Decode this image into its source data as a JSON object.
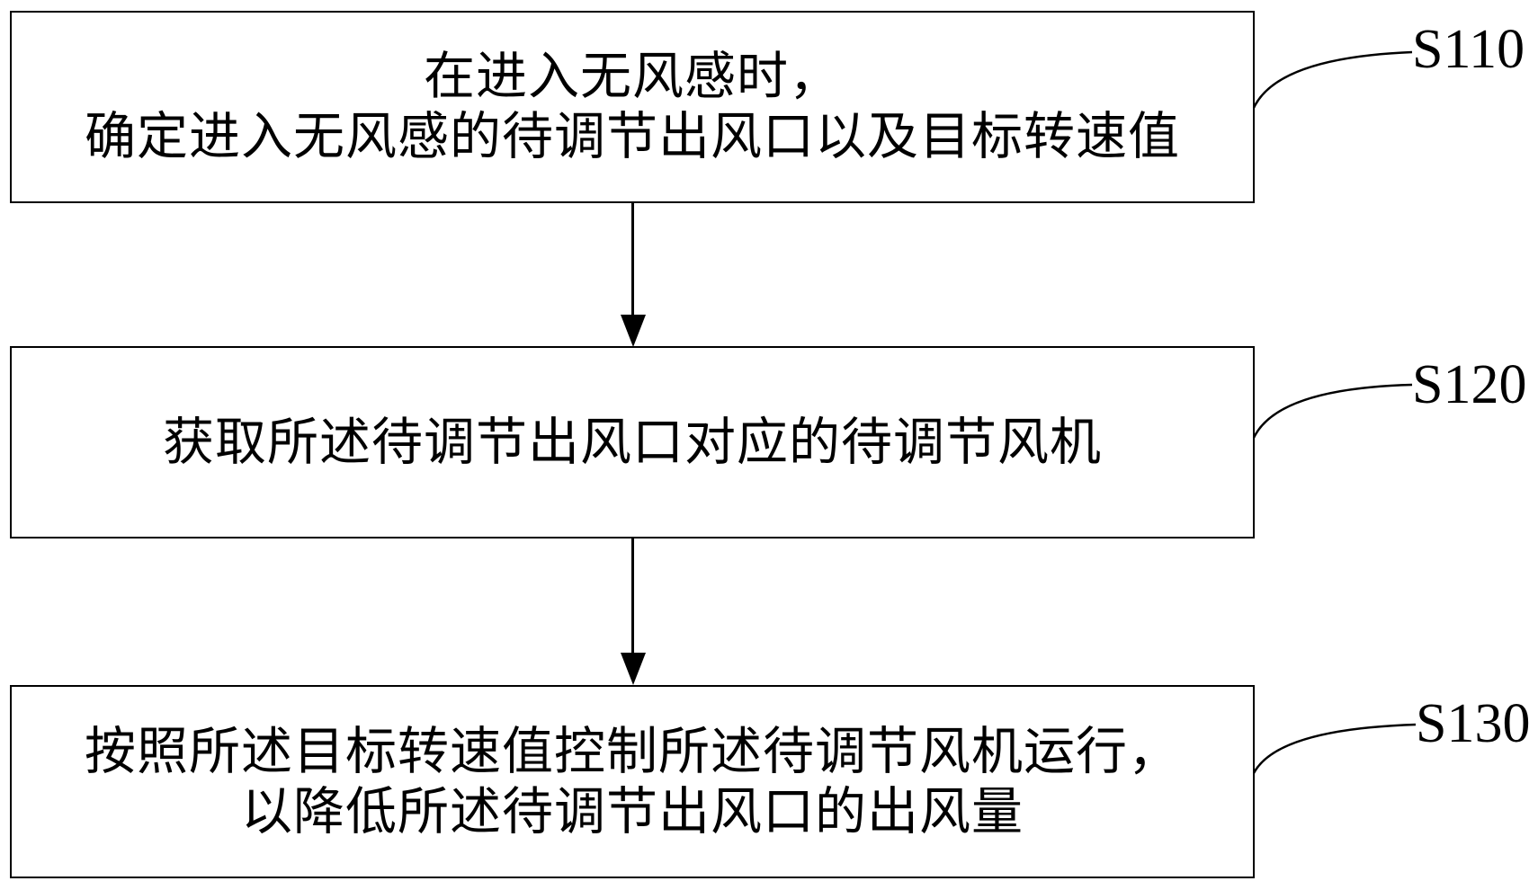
{
  "figure": {
    "type": "flowchart",
    "background_color": "#ffffff",
    "line_color": "#000000",
    "steps": [
      {
        "id": "S110",
        "lines": {
          "l1": "在进入无风感时，",
          "l2": "确定进入无风感的待调节出风口以及目标转速值"
        }
      },
      {
        "id": "S120",
        "lines": {
          "l1": "获取所述待调节出风口对应的待调节风机"
        }
      },
      {
        "id": "S130",
        "lines": {
          "l1": "按照所述目标转速值控制所述待调节风机运行，",
          "l2": "以降低所述待调节出风口的出风量"
        }
      }
    ]
  }
}
